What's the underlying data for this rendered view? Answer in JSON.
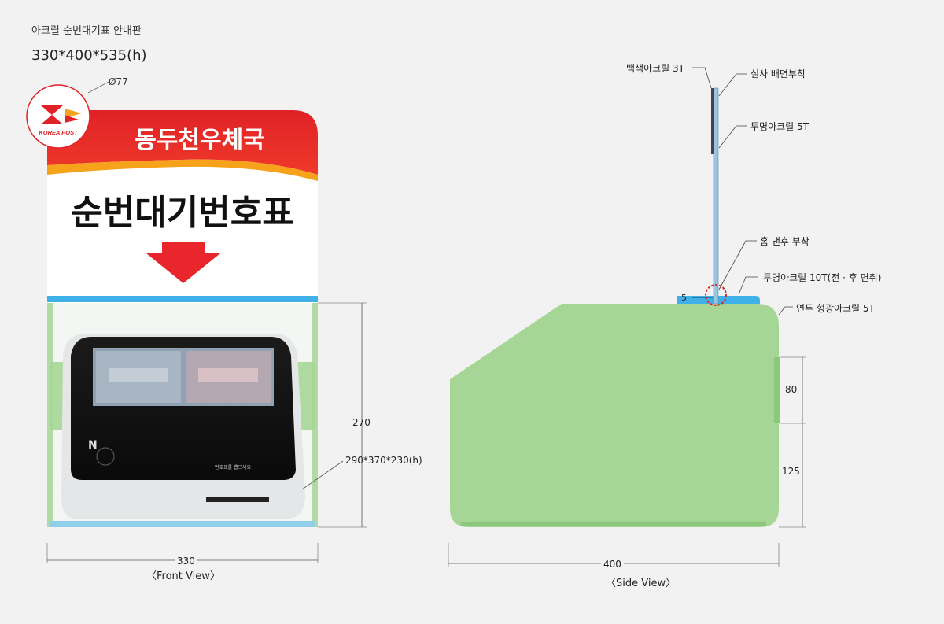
{
  "header": {
    "title": "아크릴 순번대기표 안내판",
    "size": "330*400*535(h)"
  },
  "front": {
    "logo_diameter": "Ø77",
    "logo_text": "KOREA POST",
    "office_name": "동두천우체국",
    "sign_text": "순번대기번호표",
    "height_dim": "270",
    "device_dim": "290*370*230(h)",
    "width_dim": "330",
    "view_label": "〈Front View〉",
    "device_brand": "N",
    "device_panel_text": "번호표를 뽑으세요"
  },
  "side": {
    "callouts": {
      "white_acrylic": "백색아크릴 3T",
      "print_back": "실사 배면부착",
      "clear_5t": "투명아크릴 5T",
      "groove": "홈 낸후 부착",
      "clear_10t": "투명아크릴 10T(전 · 후 면취)",
      "green_acrylic": "연두 형광아크릴 5T"
    },
    "dims": {
      "gap": "5",
      "d80": "80",
      "d125": "125",
      "width": "400"
    },
    "view_label": "〈Side View〉"
  },
  "colors": {
    "red": "#e8262c",
    "green_acrylic": "#a6d696",
    "blue_base": "#3fb0e8"
  }
}
